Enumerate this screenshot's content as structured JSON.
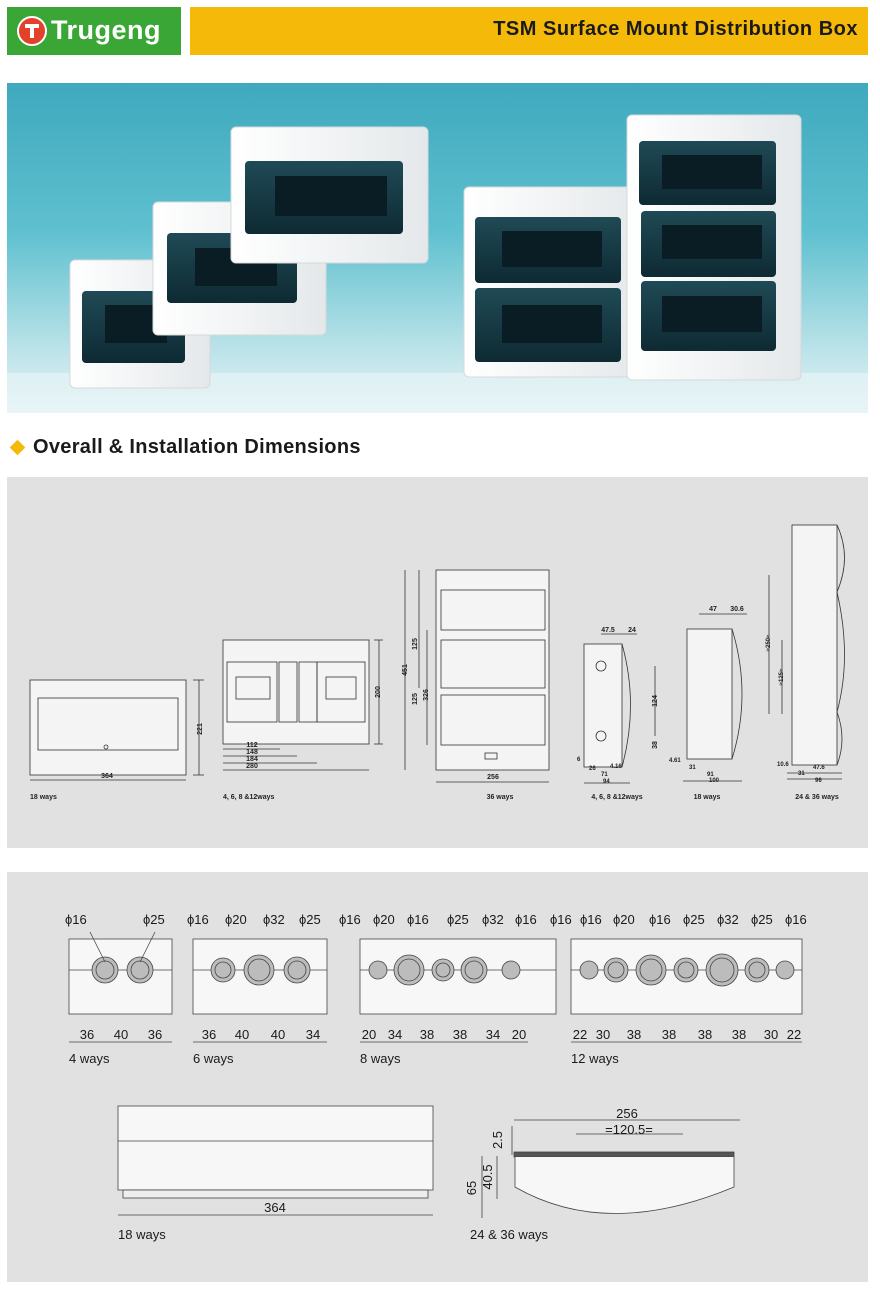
{
  "brand": {
    "name": "Trugeng",
    "logo_icon": "trugeng-logo-icon"
  },
  "header": {
    "title": "TSM Surface Mount Distribution Box"
  },
  "section": {
    "title": "Overall & Installation Dimensions",
    "bullet_color": "#f5b90a"
  },
  "colors": {
    "brand_green": "#3aa635",
    "title_bar": "#f5b90a",
    "panel": "#e1e1e1"
  },
  "overall": {
    "d1": {
      "width": "364",
      "height": "221",
      "caption": "18 ways"
    },
    "d2": {
      "h": "200",
      "w1": "112",
      "w2": "148",
      "w3": "184",
      "w4": "280",
      "caption": "4, 6, 8 &12ways"
    },
    "d3": {
      "total": "451",
      "a": "125",
      "b": "125",
      "c": "326",
      "width": "256",
      "caption": "36 ways"
    },
    "d4": {
      "top_a": "47.5",
      "top_b": "24",
      "h": "124",
      "low": "38",
      "b1": "6",
      "b2": "26",
      "b3": "4.16",
      "b4": "71",
      "b5": "94",
      "caption": "4, 6, 8 &12ways"
    },
    "d5": {
      "top_a": "47",
      "top_b": "30.6",
      "b1": "4.61",
      "b2": "31",
      "b3": "91",
      "b4": "100",
      "caption": "18 ways"
    },
    "d6": {
      "h1": "≈250≈",
      "h2": "≈125≈",
      "b1": "10.6",
      "b2": "47.6",
      "b3": "31",
      "b4": "96",
      "caption": "24 & 36 ways"
    }
  },
  "install": {
    "b4": {
      "holes": [
        "ϕ16",
        "ϕ25"
      ],
      "dims": [
        "36",
        "40",
        "36"
      ],
      "caption": "4 ways"
    },
    "b6": {
      "holes": [
        "ϕ16",
        "ϕ20",
        "ϕ32",
        "ϕ25"
      ],
      "dims": [
        "36",
        "40",
        "40",
        "34"
      ],
      "caption": "6 ways"
    },
    "b8": {
      "holes": [
        "ϕ16",
        "ϕ20",
        "ϕ16",
        "ϕ25",
        "ϕ32",
        "ϕ16"
      ],
      "dims": [
        "20",
        "34",
        "38",
        "38",
        "34",
        "20"
      ],
      "caption": "8 ways"
    },
    "b12": {
      "holes": [
        "ϕ16",
        "ϕ16",
        "ϕ20",
        "ϕ16",
        "ϕ25",
        "ϕ32",
        "ϕ25",
        "ϕ16"
      ],
      "dims": [
        "22",
        "30",
        "38",
        "38",
        "38",
        "38",
        "30",
        "22"
      ],
      "caption": "12 ways"
    },
    "b18": {
      "width": "364",
      "caption": "18 ways"
    },
    "b24": {
      "width": "256",
      "inner": "=120.5=",
      "d1": "2.5",
      "d2": "40.5",
      "d3": "65",
      "caption": "24 & 36 ways"
    }
  }
}
